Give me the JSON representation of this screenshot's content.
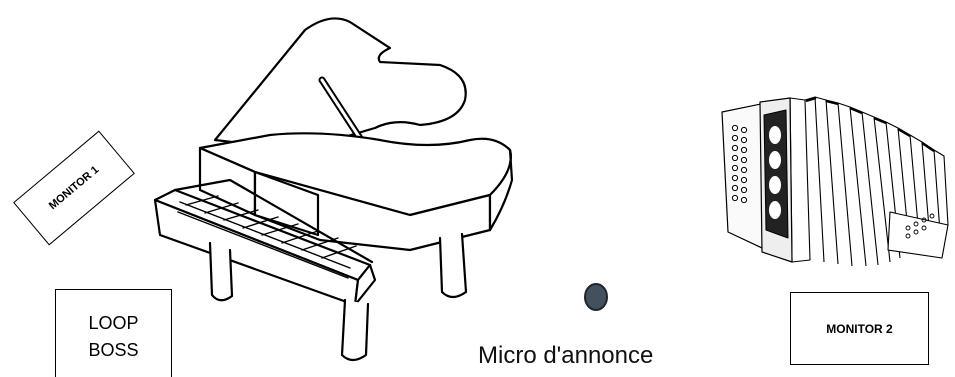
{
  "labels": {
    "monitor1": "MONITOR 1",
    "loop_line1": "LOOP",
    "loop_line2": "BOSS",
    "monitor2": "MONITOR 2",
    "micro": "Micro d'annonce"
  },
  "instruments": {
    "piano": "grand-piano-icon",
    "accordion": "accordion-icon",
    "microphone": "microphone-icon"
  },
  "colors": {
    "microphone_fill": "#45505e",
    "line": "#000000"
  }
}
